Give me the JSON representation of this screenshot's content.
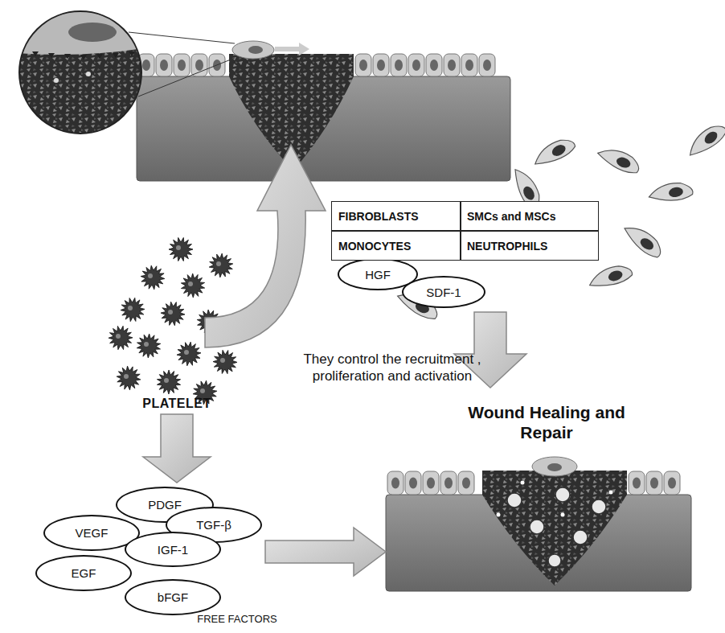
{
  "diagram": {
    "nodes": [
      {
        "text": [
          "HGF"
        ]
      },
      {
        "text": [
          "SDF-1"
        ]
      },
      {
        "text": [
          "PDGF"
        ]
      },
      {
        "text": [
          "TGF-β"
        ]
      },
      {
        "text": [
          "VEGF"
        ]
      },
      {
        "text": [
          "IGF-1"
        ]
      },
      {
        "text": [
          "EGF"
        ]
      },
      {
        "text": [
          "bFGF"
        ]
      }
    ],
    "labels": [
      "FIBROBLASTS",
      "SMCs  and MSCs",
      "MONOCYTES",
      "NEUTROPHILS",
      "They control the recruitment , proliferation and activation",
      "PLATELET",
      "Wound Healing and Repair",
      "FREE FACTORS"
    ]
  }
}
